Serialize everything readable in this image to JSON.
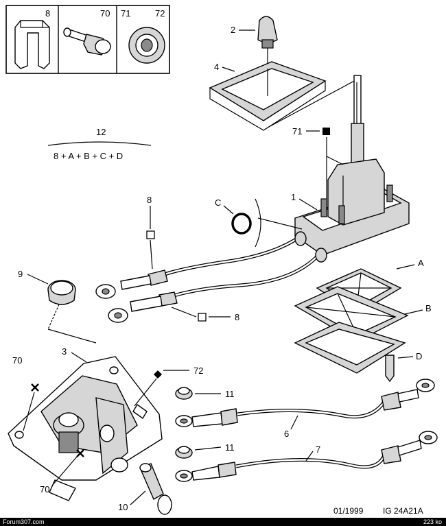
{
  "inset": {
    "cells": [
      {
        "labels": [
          "8"
        ]
      },
      {
        "labels": [
          "70"
        ]
      },
      {
        "labels": [
          "71",
          "72"
        ]
      }
    ]
  },
  "formula": {
    "number": "12",
    "text": "8 + A + B + C + D"
  },
  "callouts": {
    "c1": "1",
    "c2": "2",
    "c3": "3",
    "c4": "4",
    "c6": "6",
    "c7": "7",
    "c8_top": "8",
    "c8_bottom": "8",
    "c9": "9",
    "c10": "10",
    "c11_top": "11",
    "c11_bottom": "11",
    "c70_top": "70",
    "c70_bottom": "70",
    "c71": "71",
    "c72": "72",
    "cA": "A",
    "cB": "B",
    "cC": "C",
    "cD": "D"
  },
  "reference": {
    "date": "01/1999",
    "code": "IG 24A21A"
  },
  "footer": {
    "left": "Forum307.com",
    "right": "223 ko"
  }
}
